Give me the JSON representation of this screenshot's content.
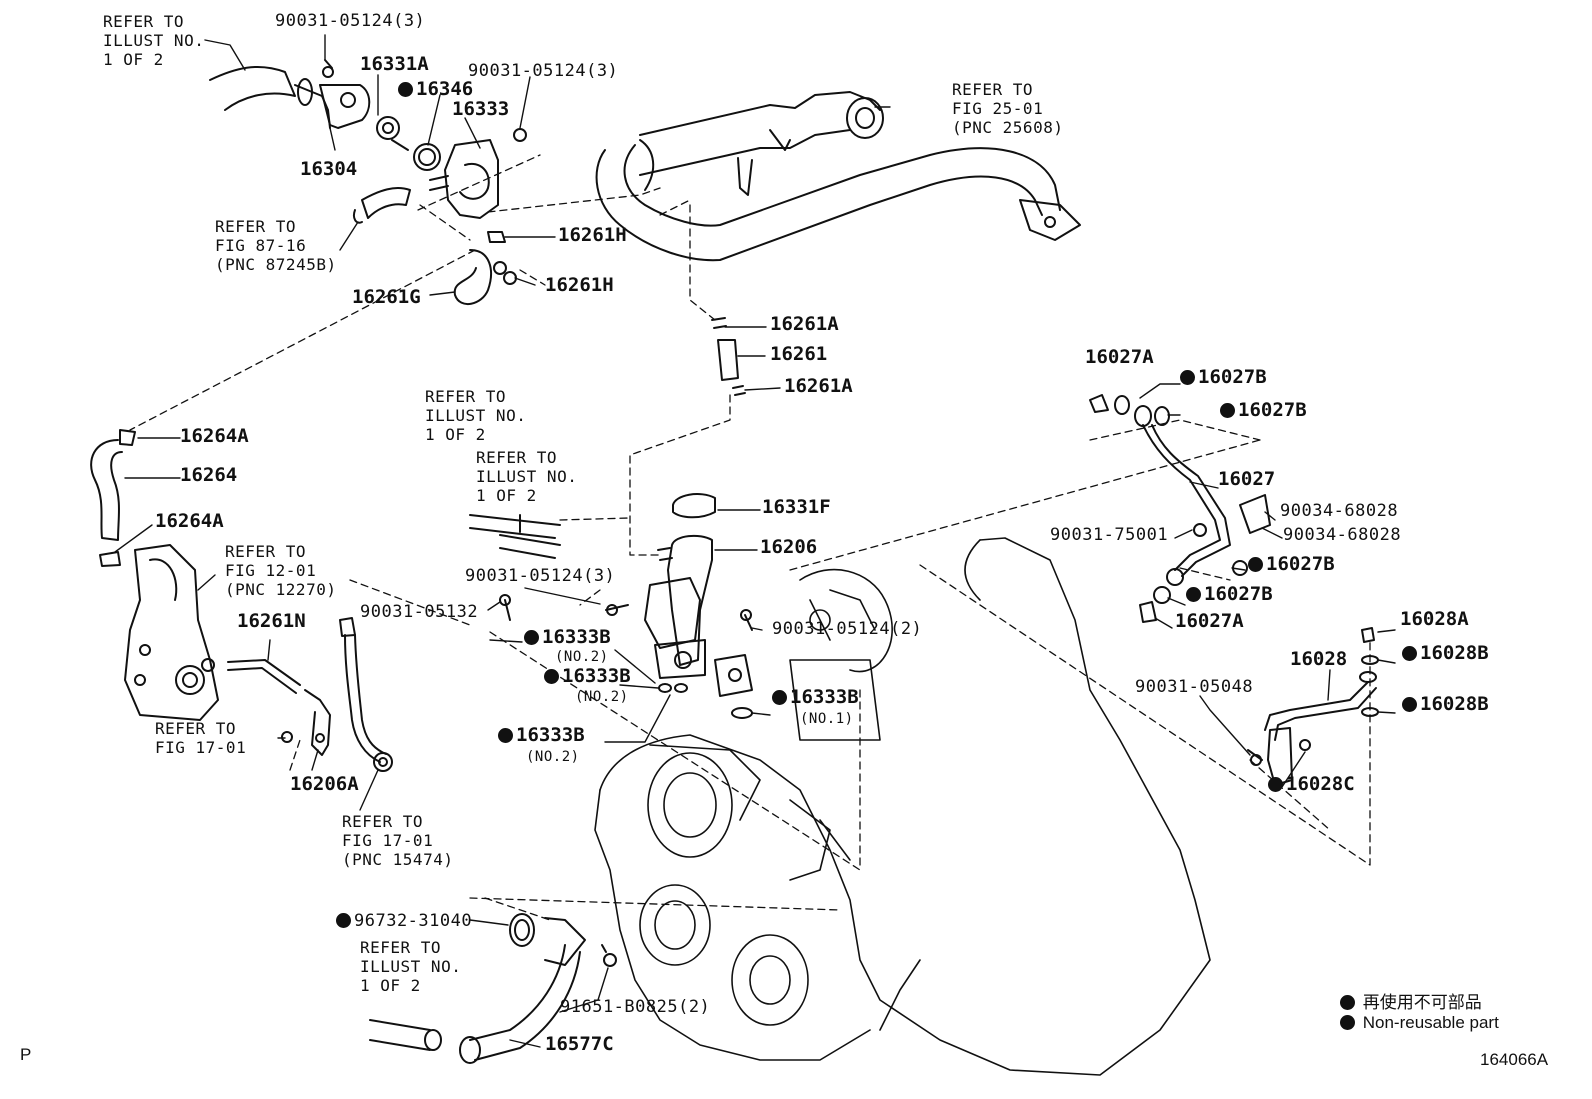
{
  "parts": {
    "p90031_05124_3_a": "90031-05124(3)",
    "p16331A": "16331A",
    "p16346": "16346",
    "p90031_05124_3_b": "90031-05124(3)",
    "p16333": "16333",
    "p16304": "16304",
    "p16261H_a": "16261H",
    "p16261H_b": "16261H",
    "p16261G": "16261G",
    "p16261A_a": "16261A",
    "p16261": "16261",
    "p16261A_b": "16261A",
    "p16264A_a": "16264A",
    "p16264": "16264",
    "p16264A_b": "16264A",
    "p16331F": "16331F",
    "p16206": "16206",
    "p90031_05124_3_c": "90031-05124(3)",
    "p90031_05132": "90031-05132",
    "p16333B_a": "16333B",
    "p16333B_b": "16333B",
    "p16333B_c": "16333B",
    "p16333B_d": "16333B",
    "p90031_05124_2": "90031-05124(2)",
    "p16261N": "16261N",
    "p16206A": "16206A",
    "p16027A_a": "16027A",
    "p16027B_a": "16027B",
    "p16027B_b": "16027B",
    "p16027": "16027",
    "p90034_68028_a": "90034-68028",
    "p90034_68028_b": "90034-68028",
    "p90031_75001": "90031-75001",
    "p16027B_c": "16027B",
    "p16027B_d": "16027B",
    "p16027A_b": "16027A",
    "p16028A": "16028A",
    "p16028B_a": "16028B",
    "p16028": "16028",
    "p90031_05048": "90031-05048",
    "p16028B_b": "16028B",
    "p16028C": "16028C",
    "p96732_31040": "96732-31040",
    "p91651_B0825_2": "91651-B0825(2)",
    "p16577C": "16577C"
  },
  "sublabels": {
    "no2_a": "(NO.2)",
    "no2_b": "(NO.2)",
    "no2_c": "(NO.2)",
    "no1": "(NO.1)"
  },
  "refs": {
    "r1": [
      "REFER TO",
      "ILLUST NO.",
      "1 OF 2"
    ],
    "r2": [
      "REFER TO",
      "FIG 25-01",
      "(PNC 25608)"
    ],
    "r3": [
      "REFER TO",
      "FIG 87-16",
      "(PNC 87245B)"
    ],
    "r4": [
      "REFER TO",
      "ILLUST NO.",
      "1 OF 2"
    ],
    "r5": [
      "REFER TO",
      "ILLUST NO.",
      "1 OF 2"
    ],
    "r6": [
      "REFER TO",
      "FIG 12-01",
      "(PNC 12270)"
    ],
    "r7": [
      "REFER TO",
      "FIG 17-01"
    ],
    "r8": [
      "REFER TO",
      "FIG 17-01",
      "(PNC 15474)"
    ],
    "r9": [
      "REFER TO",
      "ILLUST NO.",
      "1 OF 2"
    ]
  },
  "legend": {
    "jp": "再使用不可部品",
    "en": "Non-reusable part"
  },
  "corner": {
    "left": "P",
    "right": "164066A"
  },
  "colors": {
    "ink": "#111111",
    "background": "#ffffff"
  }
}
